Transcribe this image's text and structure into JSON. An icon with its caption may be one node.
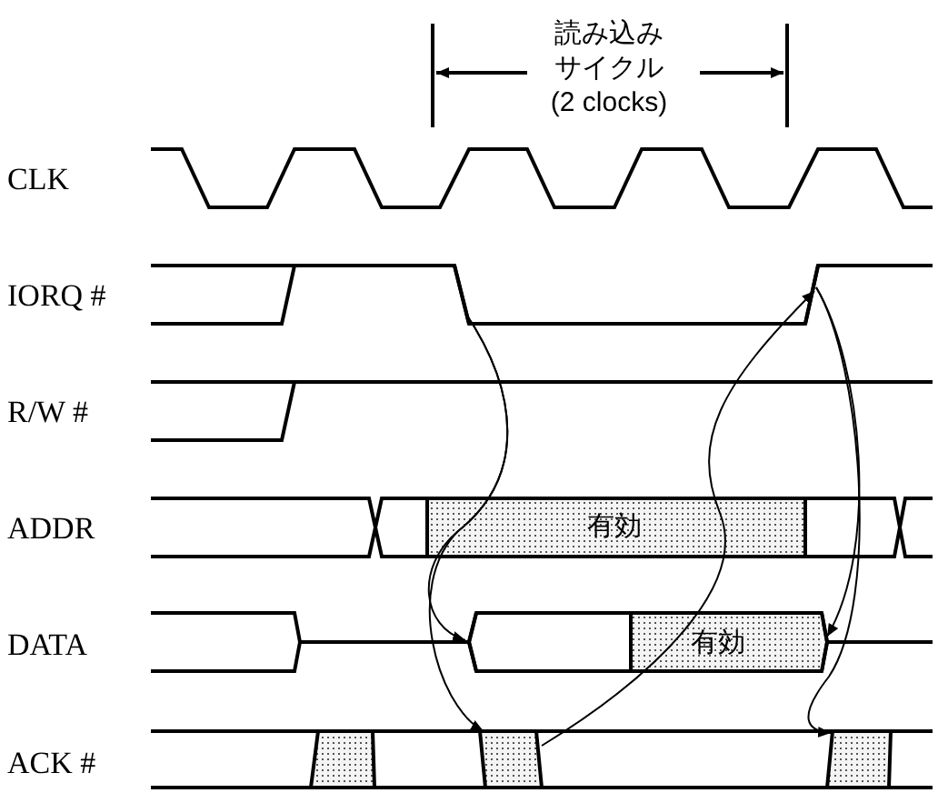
{
  "diagram": {
    "nodes": [
      {
        "text": [],
        "shape": "line"
      },
      {
        "text": [],
        "shape": "line"
      },
      {
        "text": [],
        "shape": "line"
      },
      {
        "text": [],
        "shape": "line"
      },
      {
        "text": [],
        "shape": "box"
      },
      {
        "text": [],
        "shape": "box"
      },
      {
        "text": [],
        "shape": "box"
      }
    ],
    "edges": [
      {
        "from": 0,
        "to": 2,
        "arrow": "to"
      },
      {
        "from": 0,
        "to": 5,
        "arrow": "to"
      },
      {
        "from": 5,
        "to": 1,
        "arrow": "to"
      },
      {
        "from": 1,
        "to": 3,
        "arrow": "to"
      },
      {
        "from": 1,
        "to": 6,
        "arrow": "to"
      }
    ],
    "labels": [
      "読み込みサイクル (2 clocks)",
      "CLK",
      "IORQ #",
      "R/W #",
      "ADDR",
      "有効",
      "DATA",
      "有効",
      "ACK #"
    ]
  }
}
